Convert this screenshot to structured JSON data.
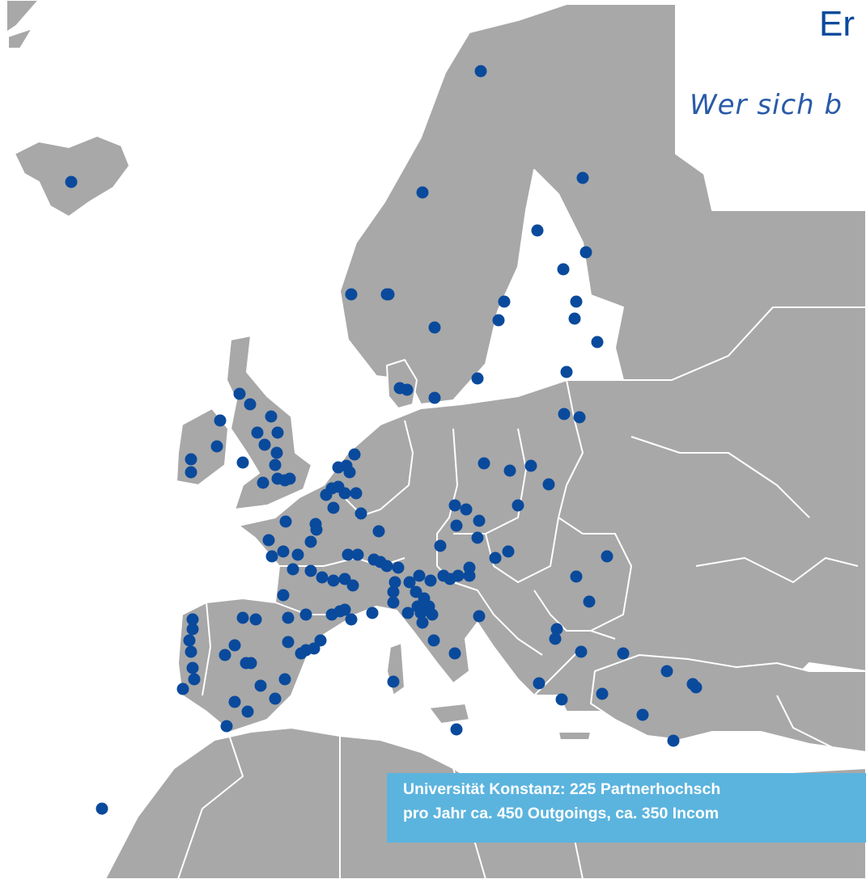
{
  "logo": {
    "brand_text": "Er",
    "slogan": "Wer sich b",
    "flag_colors": {
      "field": "#0a4a9c",
      "stars": "#ffcc00"
    }
  },
  "caption": {
    "line1": "Universität Konstanz: 225 Partnerhochsch",
    "line2": "pro Jahr ca. 450 Outgoings, ca. 350 Incom"
  },
  "colors": {
    "land": "#a8a8a8",
    "borders": "#ffffff",
    "dots": "#0a4a9c",
    "caption_bg": "#5bb4de"
  }
}
